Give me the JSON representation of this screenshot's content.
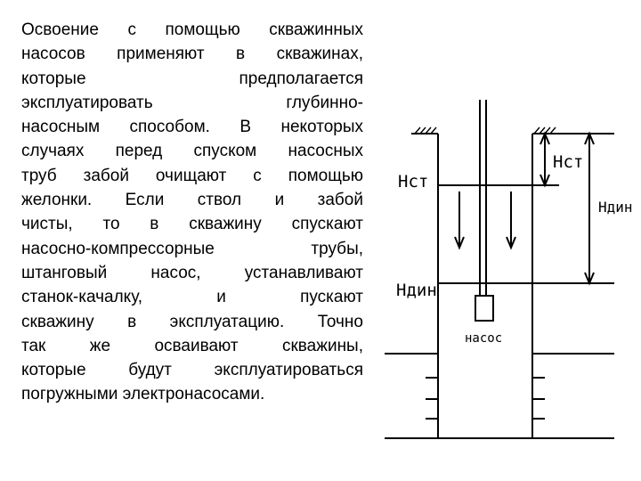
{
  "text": {
    "lines": [
      "Освоение с помощью скважинных",
      "насосов применяют в скважинах,",
      "которые предполагается",
      "эксплуатировать глубинно-",
      "насосным способом. В некоторых",
      "случаях перед спуском насосных",
      "труб забой очищают с помощью",
      "желонки. Если ствол и забой",
      "чисты, то в скважину спускают",
      "насосно-компрессорные трубы,",
      "штанговый насос, устанавливают",
      "станок-качалку, и пускают",
      "скважину в эксплуатацию. Точно",
      "так же осваивают скважины,",
      "которые будут эксплуатироваться",
      "погружными электронасосами."
    ]
  },
  "diagram": {
    "labels": {
      "h_st_left": "Нст",
      "h_din_left": "Ндин",
      "h_st_right": "Нст",
      "h_din_right": "Ндин",
      "pump": "насос"
    }
  }
}
